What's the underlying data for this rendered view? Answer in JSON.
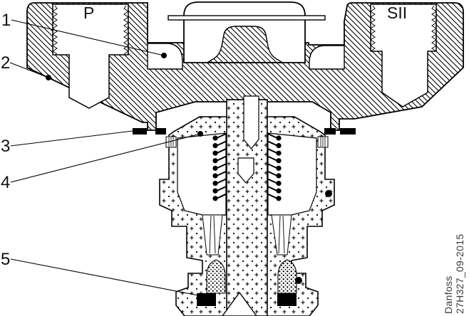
{
  "diagram": {
    "description": "Sectional drawing of a Danfoss two-port valve adapter",
    "port_labels": {
      "left": "P",
      "right": "SII"
    },
    "callouts": [
      {
        "number": "1"
      },
      {
        "number": "2"
      },
      {
        "number": "3"
      },
      {
        "number": "4"
      },
      {
        "number": "5"
      }
    ],
    "watermark": {
      "line1": "Danfoss",
      "line2": "27H327_09-2015"
    },
    "colors": {
      "line": "#000000",
      "watermark": "#3c3c3c",
      "background": "#ffffff"
    }
  }
}
